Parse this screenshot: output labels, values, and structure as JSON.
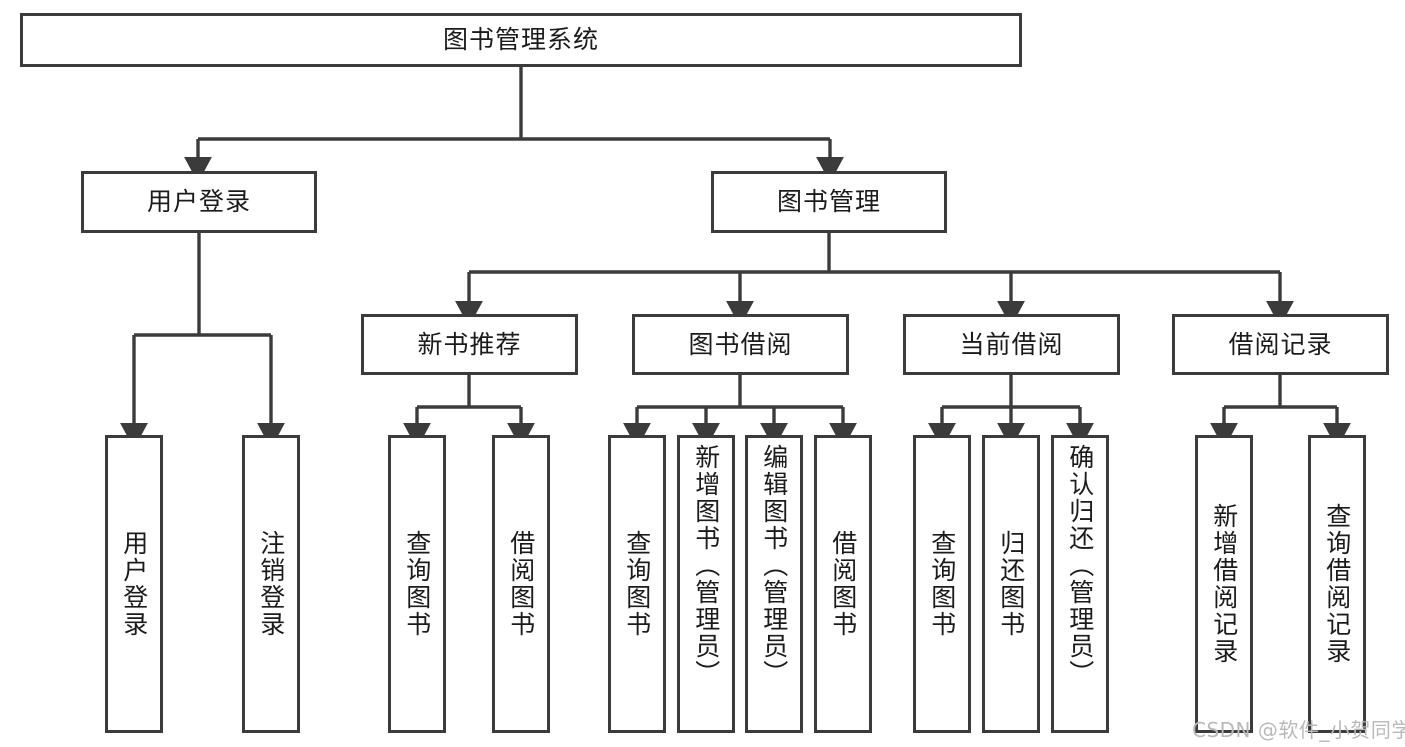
{
  "diagram": {
    "title_node": {
      "label": "图书管理系统"
    },
    "level2": [
      {
        "id": "user-login",
        "label": "用户登录"
      },
      {
        "id": "book-management",
        "label": "图书管理"
      }
    ],
    "level3": [
      {
        "id": "new-book-recommend",
        "label": "新书推荐"
      },
      {
        "id": "book-borrow",
        "label": "图书借阅"
      },
      {
        "id": "current-borrow",
        "label": "当前借阅"
      },
      {
        "id": "borrow-record",
        "label": "借阅记录"
      }
    ],
    "leaves": {
      "user_login": [
        {
          "id": "leaf-user-login",
          "label": "用户登录"
        },
        {
          "id": "leaf-logout-login",
          "label": "注销登录"
        }
      ],
      "new_book_recommend": [
        {
          "id": "leaf-query-book-1",
          "label": "查询图书"
        },
        {
          "id": "leaf-borrow-book-1",
          "label": "借阅图书"
        }
      ],
      "book_borrow": [
        {
          "id": "leaf-query-book-2",
          "label": "查询图书"
        },
        {
          "id": "leaf-add-book",
          "label": "新增图书（管理员）"
        },
        {
          "id": "leaf-edit-book",
          "label": "编辑图书（管理员）"
        },
        {
          "id": "leaf-borrow-book-2",
          "label": "借阅图书"
        }
      ],
      "current_borrow": [
        {
          "id": "leaf-query-book-3",
          "label": "查询图书"
        },
        {
          "id": "leaf-return-book",
          "label": "归还图书"
        },
        {
          "id": "leaf-confirm-return",
          "label": "确认归还（管理员）"
        }
      ],
      "borrow_record": [
        {
          "id": "leaf-add-borrow-record",
          "label": "新增借阅记录"
        },
        {
          "id": "leaf-query-borrow-record",
          "label": "查询借阅记录"
        }
      ]
    },
    "watermark": {
      "text": "CSDN @软件_小贺同学"
    },
    "colors": {
      "border": "#3b3b3b",
      "text": "#1b1b1b",
      "background": "#ffffff",
      "connector": "#3b3b3b",
      "watermark": "#b9b9b9"
    }
  }
}
